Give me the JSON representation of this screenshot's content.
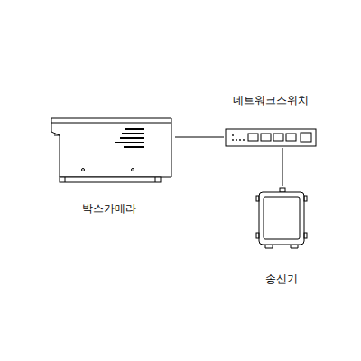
{
  "diagram": {
    "nodes": [
      {
        "text": [
          "박스카메라"
        ]
      },
      {
        "text": [
          "네트워크스위치"
        ]
      },
      {
        "text": [
          "송신기"
        ]
      }
    ],
    "edges": [
      {
        "from": 0,
        "to": 1,
        "arrow": "none"
      },
      {
        "from": 1,
        "to": 2,
        "arrow": "none"
      }
    ]
  }
}
